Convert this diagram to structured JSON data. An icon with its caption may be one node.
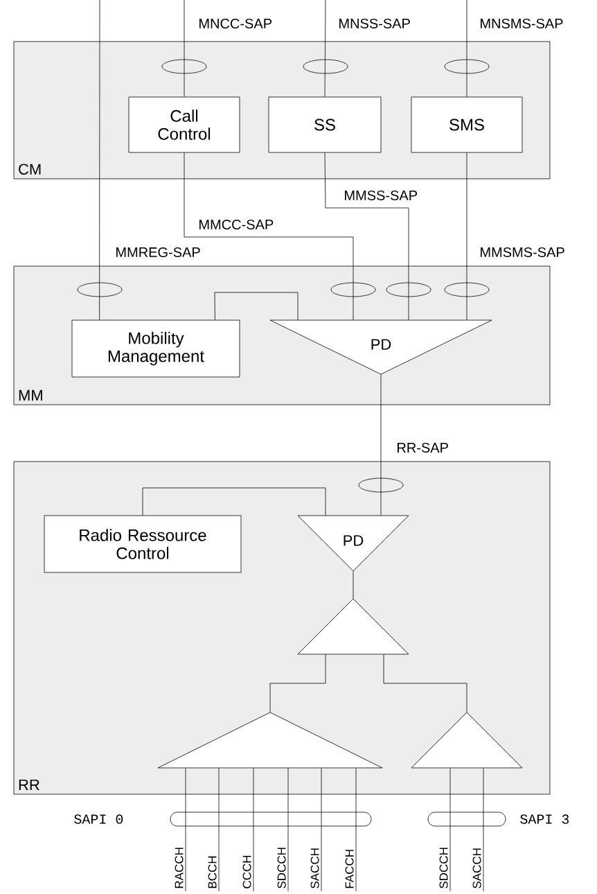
{
  "diagram": {
    "nodes": [
      {
        "text": [
          "CM"
        ]
      },
      {
        "text": [
          "Call Control"
        ],
        "in": 0
      },
      {
        "text": [
          "SS"
        ],
        "in": 0
      },
      {
        "text": [
          "SMS"
        ],
        "in": 0
      },
      {
        "text": [
          "MM"
        ]
      },
      {
        "text": [
          "Mobility Management"
        ],
        "in": 4
      },
      {
        "text": [
          "PD"
        ],
        "in": 4
      },
      {
        "text": [
          "RR"
        ]
      },
      {
        "text": [
          "Radio Ressource Control"
        ],
        "in": 7
      },
      {
        "text": [
          "PD"
        ],
        "in": 7
      },
      {
        "text": [],
        "shape": "triangle",
        "in": 7
      },
      {
        "text": [],
        "shape": "triangle",
        "in": 7
      },
      {
        "text": [],
        "shape": "triangle",
        "in": 7
      },
      {
        "text": [
          "RACCH"
        ]
      },
      {
        "text": [
          "BCCH"
        ]
      },
      {
        "text": [
          "CCCH"
        ]
      },
      {
        "text": [
          "SDCCH"
        ]
      },
      {
        "text": [
          "SACCH"
        ]
      },
      {
        "text": [
          "FACCH"
        ]
      },
      {
        "text": [
          "SDCCH"
        ]
      },
      {
        "text": [
          "SACCH"
        ]
      }
    ],
    "edges": [
      {
        "from": null,
        "to": 1,
        "arrow": "none",
        "label": "MNCC-SAP"
      },
      {
        "from": null,
        "to": 2,
        "arrow": "none",
        "label": "MNSS-SAP"
      },
      {
        "from": null,
        "to": 3,
        "arrow": "none",
        "label": "MNSMS-SAP"
      },
      {
        "from": null,
        "to": 5,
        "arrow": "none",
        "label": "MMREG-SAP"
      },
      {
        "from": 1,
        "to": 6,
        "arrow": "none",
        "label": "MMCC-SAP"
      },
      {
        "from": 2,
        "to": 6,
        "arrow": "none",
        "label": "MMSS-SAP"
      },
      {
        "from": 3,
        "to": 6,
        "arrow": "none",
        "label": "MMSMS-SAP"
      },
      {
        "from": 5,
        "to": 6,
        "arrow": "none"
      },
      {
        "from": 6,
        "to": 9,
        "arrow": "none",
        "label": "RR-SAP"
      },
      {
        "from": 8,
        "to": 9,
        "arrow": "none"
      },
      {
        "from": 9,
        "to": 10,
        "arrow": "none"
      },
      {
        "from": 10,
        "to": 11,
        "arrow": "none"
      },
      {
        "from": 10,
        "to": 12,
        "arrow": "none"
      },
      {
        "from": 11,
        "to": 13,
        "arrow": "none"
      },
      {
        "from": 11,
        "to": 14,
        "arrow": "none"
      },
      {
        "from": 11,
        "to": 15,
        "arrow": "none"
      },
      {
        "from": 11,
        "to": 16,
        "arrow": "none"
      },
      {
        "from": 11,
        "to": 17,
        "arrow": "none"
      },
      {
        "from": 11,
        "to": 18,
        "arrow": "none"
      },
      {
        "from": 12,
        "to": 19,
        "arrow": "none"
      },
      {
        "from": 12,
        "to": 20,
        "arrow": "none"
      }
    ],
    "labels": [
      "SAPI 0",
      "SAPI 3"
    ]
  }
}
